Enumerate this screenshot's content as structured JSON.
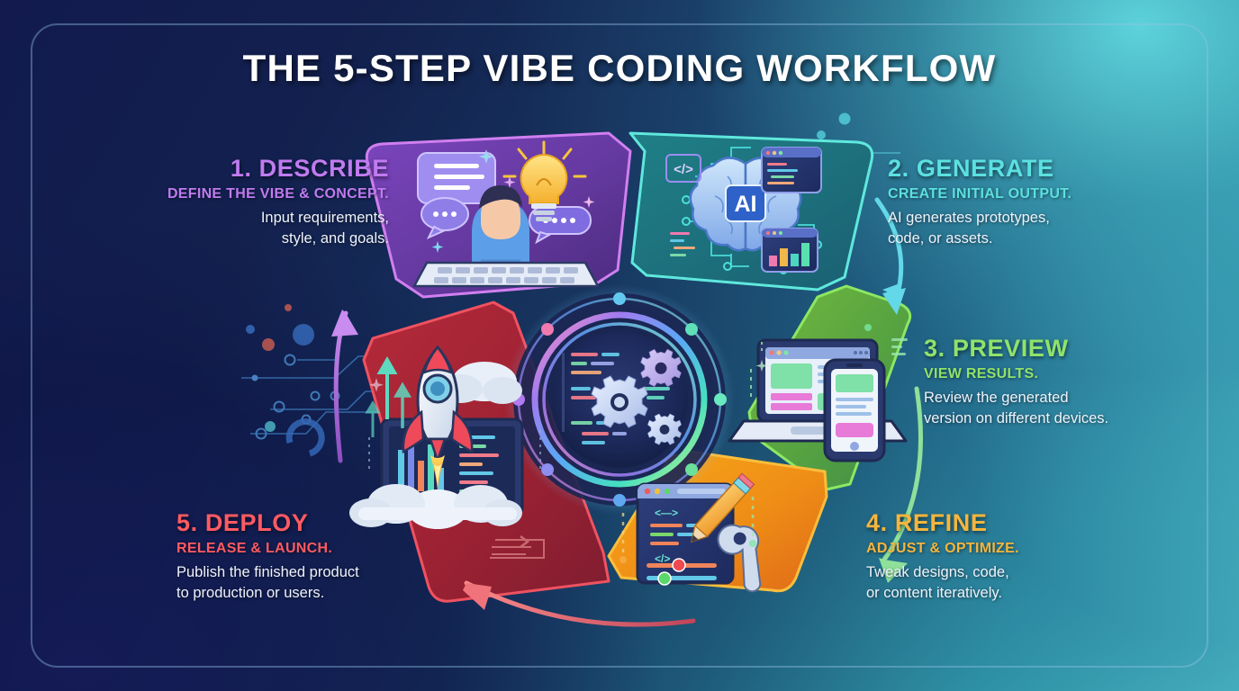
{
  "poster": {
    "title": "THE 5-STEP VIBE CODING WORKFLOW",
    "background_colors": {
      "deep_navy": "#121a4e",
      "mid_blue": "#17355f",
      "teal": "#49b9c4",
      "frame_border": "#96c3eb"
    }
  },
  "center_hub": {
    "label": "code-and-gears-hub",
    "ring_colors": [
      "#ff7ab6",
      "#a07cf0",
      "#5aa8f5",
      "#45e0c0",
      "#b6f07a"
    ]
  },
  "steps": [
    {
      "number": "1.",
      "title": "1. DESCRIBE",
      "subtitle": "DEFINE THE VIBE & CONCEPT.",
      "description": "Input requirements,\nstyle, and goals.",
      "color": "#c07bf0",
      "segment_fill": "#6b3fae",
      "segment_stroke": "#d07ff0",
      "icon": "person-keyboard-lightbulb-icon",
      "align": "right"
    },
    {
      "number": "2.",
      "title": "2. GENERATE",
      "subtitle": "CREATE INITIAL OUTPUT.",
      "description": "AI generates prototypes,\ncode, or assets.",
      "color": "#5ce0e0",
      "segment_fill": "#1f7f83",
      "segment_stroke": "#5fe8dd",
      "icon": "ai-brain-icon",
      "align": "left"
    },
    {
      "number": "3.",
      "title": "3. PREVIEW",
      "subtitle": "VIEW RESULTS.",
      "description": "Review the generated\nversion on different devices.",
      "color": "#8fe36a",
      "segment_fill": "#5aa83c",
      "segment_stroke": "#8ce863",
      "icon": "laptop-phone-preview-icon",
      "align": "left"
    },
    {
      "number": "4.",
      "title": "4. REFINE",
      "subtitle": "ADJUST & OPTIMIZE.",
      "description": "Tweak designs, code,\nor content iteratively.",
      "color": "#f6b council",
      "segment_fill": "#e8920f",
      "segment_stroke": "#fbbe3c",
      "icon": "code-editor-pencil-wrench-icon",
      "align": "left"
    },
    {
      "number": "5.",
      "title": "5. DEPLOY",
      "subtitle": "RELEASE & LAUNCH.",
      "description": "Publish the finished product\nto production or users.",
      "color": "#ff5a62",
      "segment_fill": "#9e2233",
      "segment_stroke": "#f05260",
      "icon": "rocket-launch-icon",
      "align": "right"
    }
  ],
  "arrows": [
    {
      "name": "arrow-generate-to-preview",
      "color": "#63d8e8"
    },
    {
      "name": "arrow-preview-to-refine",
      "color": "#8fe09a"
    },
    {
      "name": "arrow-refine-to-deploy",
      "color": "#f0737c"
    },
    {
      "name": "arrow-deploy-to-describe",
      "color": "#b278e8"
    }
  ],
  "decor": {
    "ai_badge_text": "AI",
    "code_tag_left": "</>",
    "code_tag_refine_top": "<—>",
    "code_tag_refine_bottom": "</>"
  }
}
